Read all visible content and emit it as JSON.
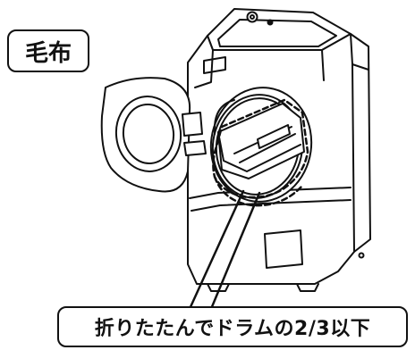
{
  "title_label": "毛布",
  "caption": "折りたたんでドラムの2/3以下",
  "colors": {
    "line": "#111111",
    "background": "#ffffff",
    "machine_fill": "#ffffff"
  },
  "icons": {
    "machine": "front-loading-washing-machine-drawing",
    "blanket": "folded-blanket-drawing",
    "fill_level": "dashed-fill-level-outline"
  }
}
